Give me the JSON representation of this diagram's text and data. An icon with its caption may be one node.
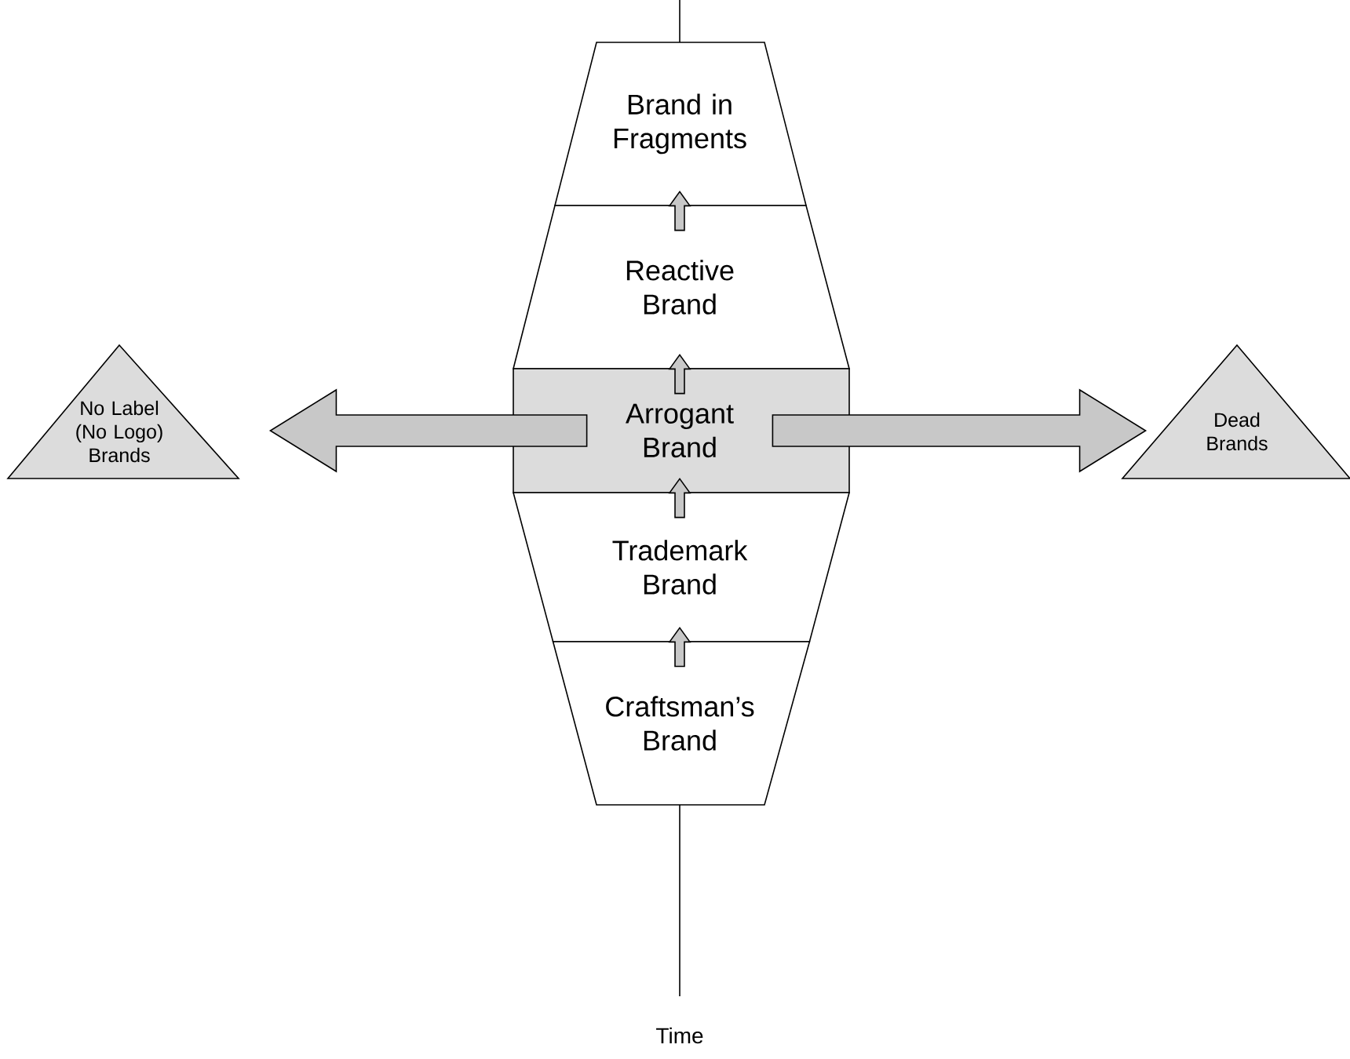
{
  "diagram": {
    "nodes": [
      {
        "text": [
          "Brand in Fragments"
        ]
      },
      {
        "text": [
          "Reactive Brand"
        ]
      },
      {
        "text": [
          "Arrogant Brand"
        ]
      },
      {
        "text": [
          "Trademark Brand"
        ]
      },
      {
        "text": [
          "Craftsman’s Brand"
        ]
      },
      {
        "text": [
          "No Label (No Logo) Brands"
        ]
      },
      {
        "text": [
          "Dead Brands"
        ]
      }
    ],
    "edges": [
      {
        "from": 4,
        "to": 3,
        "arrow": "to"
      },
      {
        "from": 3,
        "to": 2,
        "arrow": "to"
      },
      {
        "from": 2,
        "to": 1,
        "arrow": "to"
      },
      {
        "from": 1,
        "to": 0,
        "arrow": "to"
      },
      {
        "from": 2,
        "to": 5,
        "arrow": "to"
      },
      {
        "from": 2,
        "to": 6,
        "arrow": "to"
      }
    ],
    "labels": [
      "Time"
    ]
  }
}
